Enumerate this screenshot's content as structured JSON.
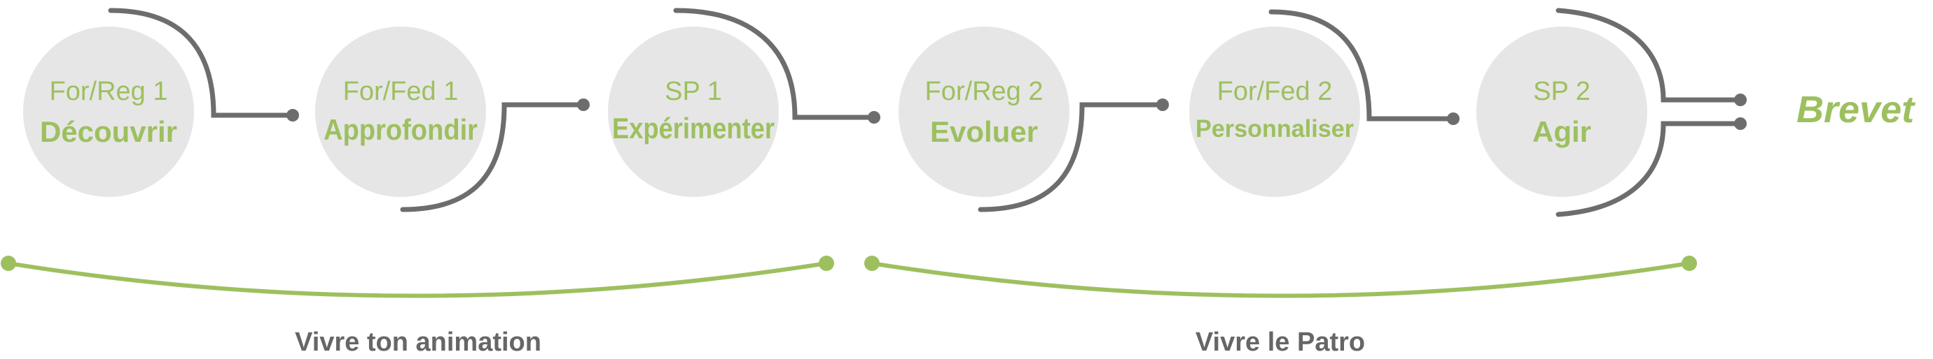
{
  "colors": {
    "green": "#9dc05f",
    "circle": "#e6e6e6",
    "connector": "#6d6d6d",
    "label": "#666666"
  },
  "steps": [
    {
      "line1": "For/Reg 1",
      "line2": "Découvrir"
    },
    {
      "line1": "For/Fed 1",
      "line2": "Approfondir"
    },
    {
      "line1": "SP 1",
      "line2": "Expérimenter"
    },
    {
      "line1": "For/Reg 2",
      "line2": "Evoluer"
    },
    {
      "line1": "For/Fed 2",
      "line2": "Personnaliser"
    },
    {
      "line1": "SP 2",
      "line2": "Agir"
    }
  ],
  "goal": "Brevet",
  "brackets": [
    {
      "label": "Vivre ton animation"
    },
    {
      "label": "Vivre le Patro"
    }
  ]
}
